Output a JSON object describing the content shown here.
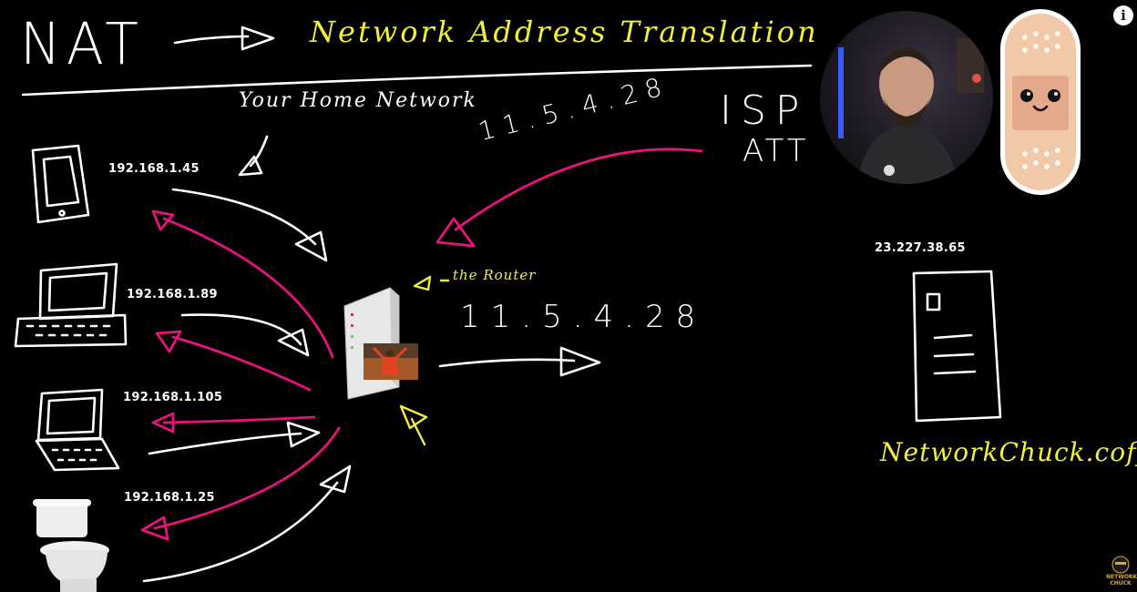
{
  "slide": {
    "title_abbrev": "NAT",
    "title_full": "Network Address Translation",
    "home_network_label": "Your Home Network",
    "isp_label": "ISP",
    "isp_name": "ATT",
    "router_label": "the Router",
    "public_ip_top": "11.5.4.28",
    "public_ip_router": "11.5.4.28",
    "server_ip": "23.227.38.65",
    "server_domain": "NetworkChuck.coffee",
    "devices": [
      {
        "kind": "tablet",
        "ip": "192.168.1.45"
      },
      {
        "kind": "laptop",
        "ip": "192.168.1.89"
      },
      {
        "kind": "laptop",
        "ip": "192.168.1.105"
      },
      {
        "kind": "toilet",
        "ip": "192.168.1.25"
      }
    ]
  },
  "player": {
    "info_icon": "i",
    "watermark_text": "NETWORK CHUCK"
  },
  "colors": {
    "background": "#000000",
    "ink_white": "#ffffff",
    "ink_yellow": "#f2ee3a",
    "ink_pink": "#e8127c",
    "sticker_skin": "#f2c9a7"
  }
}
